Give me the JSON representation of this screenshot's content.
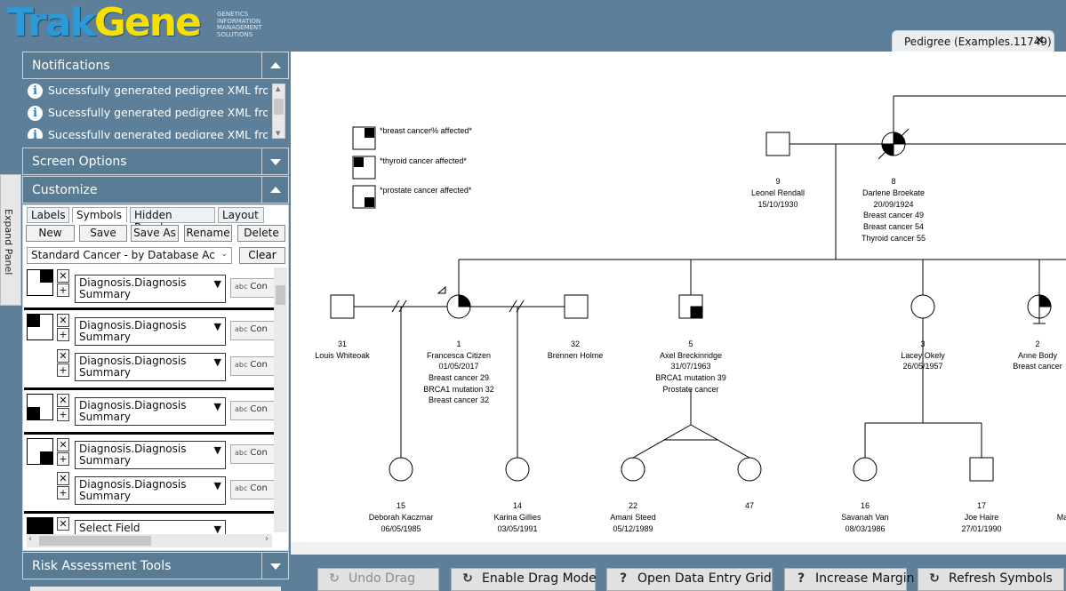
{
  "brand": {
    "name_part1": "Trak",
    "name_part2": "Gene",
    "tagline": "GENETICS INFORMATION MANAGEMENT SOLUTIONS"
  },
  "notifications": {
    "title": "Notifications",
    "items": [
      "Sucessfully generated pedigree XML from",
      "Sucessfully generated pedigree XML from",
      "Sucessfully generated pedigree XML from"
    ]
  },
  "screen_options": {
    "title": "Screen Options"
  },
  "customize": {
    "title": "Customize",
    "tabs": [
      "Labels",
      "Symbols",
      "Hidden People",
      "Layout"
    ],
    "active_tab": "Symbols",
    "buttons": [
      "New",
      "Save",
      "Save As",
      "Rename",
      "Delete"
    ],
    "scheme_select": "Standard Cancer - by Database Ac",
    "clear_label": "Clear",
    "field_label_line1": "Diagnosis.Diagnosis",
    "field_label_line2": "Summary",
    "select_field": "Select Field",
    "cond_label": "Con"
  },
  "expand_panel": "Expand Panel",
  "risk_tools": {
    "title": "Risk Assessment Tools"
  },
  "document_tab": {
    "label": "Pedigree (Examples.11749)"
  },
  "legend": [
    "*breast cancer% affected*",
    "*thyroid cancer affected*",
    "*prostate cancer affected*"
  ],
  "people": {
    "p9": {
      "id": "9",
      "name": "Leonel Rendall",
      "dob": "15/10/1930"
    },
    "p8": {
      "id": "8",
      "name": "Darlene Broekate",
      "dob": "20/09/1924",
      "l1": "Breast cancer 49",
      "l2": "Breast cancer 54",
      "l3": "Thyroid cancer 55"
    },
    "p31": {
      "id": "31",
      "name": "Louis Whiteoak"
    },
    "p1": {
      "id": "1",
      "name": "Francesca Citizen",
      "dob": "01/05/2017",
      "l1": "Breast cancer 29",
      "l2": "BRCA1 mutation 32",
      "l3": "Breast cancer 32"
    },
    "p32": {
      "id": "32",
      "name": "Brennen Holme"
    },
    "p5": {
      "id": "5",
      "name": "Axel Breckinridge",
      "dob": "31/07/1963",
      "l1": "BRCA1 mutation 39",
      "l2": "Prostate cancer"
    },
    "p3": {
      "id": "3",
      "name": "Lacey Okely",
      "dob": "26/05/1957"
    },
    "p2": {
      "id": "2",
      "name": "Anne Body",
      "l1": "Breast cancer"
    },
    "p15": {
      "id": "15",
      "name": "Deborah Kaczmar",
      "dob": "06/05/1985"
    },
    "p14": {
      "id": "14",
      "name": "Karina Gillies",
      "dob": "03/05/1991"
    },
    "p22": {
      "id": "22",
      "name": "Amani Steed",
      "dob": "05/12/1989"
    },
    "p47": {
      "id": "47"
    },
    "p16": {
      "id": "16",
      "name": "Savanah Van",
      "dob": "08/03/1986"
    },
    "p17": {
      "id": "17",
      "name": "Joe Haire",
      "dob": "27/01/1990"
    },
    "pM": {
      "name": "Ma"
    }
  },
  "toolbar": {
    "undo": "Undo Drag",
    "drag": "Enable Drag Mode",
    "grid": "Open Data Entry Grid",
    "margin": "Increase Margin",
    "refresh": "Refresh Symbols"
  }
}
